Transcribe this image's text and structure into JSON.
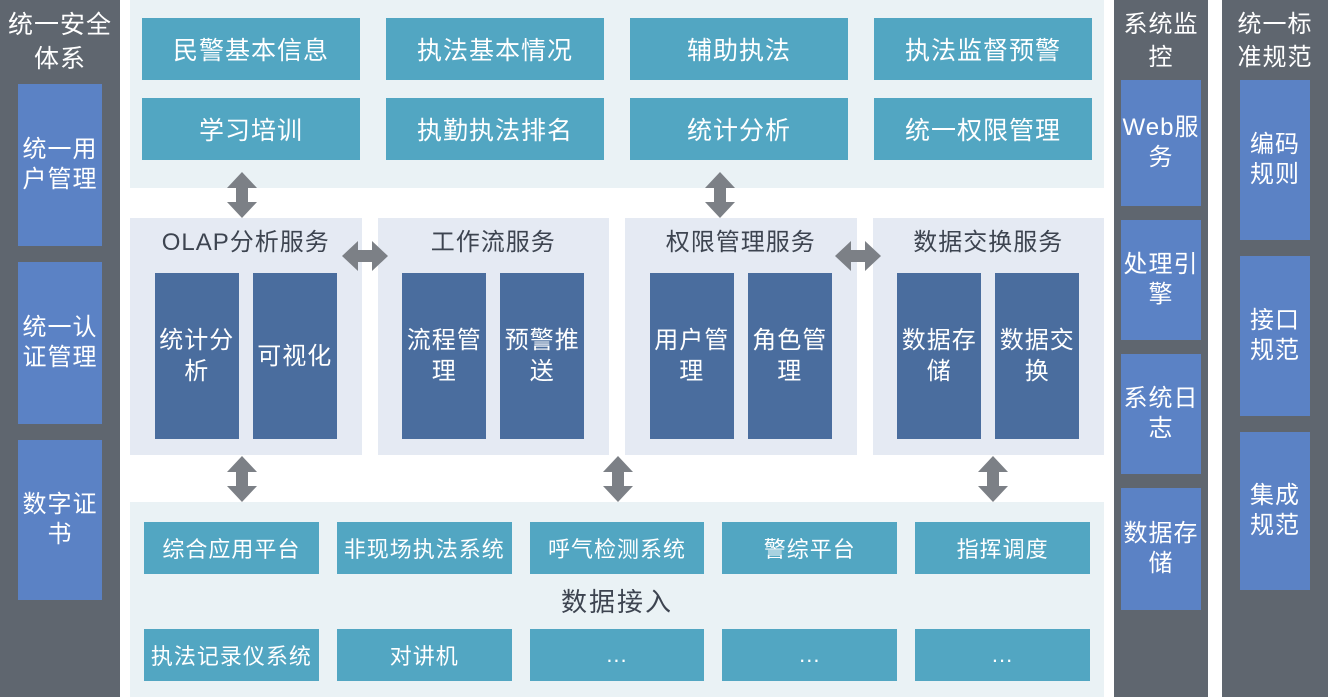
{
  "colors": {
    "panel_light_blue": "#eaf2f5",
    "panel_lavender": "#e5eaf3",
    "teal_box": "#52a6c2",
    "blue_box": "#5b82c5",
    "dark_blue_box": "#4a6d9e",
    "sidebar_gray": "#5f666f",
    "arrow_gray": "#7c8086",
    "text_dark": "#3d4450"
  },
  "left_column": {
    "title": "统一安全体系",
    "items": [
      {
        "label": "统一用户管理"
      },
      {
        "label": "统一认证管理"
      },
      {
        "label": "数字证书"
      }
    ]
  },
  "monitor_column": {
    "title": "系统监控",
    "items": [
      {
        "label": "Web服务"
      },
      {
        "label": "处理引擎"
      },
      {
        "label": "系统日志"
      },
      {
        "label": "数据存储"
      }
    ]
  },
  "standard_column": {
    "title": "统一标准规范",
    "items": [
      {
        "label": "编码规则"
      },
      {
        "label": "接口规范"
      },
      {
        "label": "集成规范"
      }
    ]
  },
  "application_layer": {
    "items": [
      {
        "label": "民警基本信息"
      },
      {
        "label": "执法基本情况"
      },
      {
        "label": "辅助执法"
      },
      {
        "label": "执法监督预警"
      },
      {
        "label": "学习培训"
      },
      {
        "label": "执勤执法排名"
      },
      {
        "label": "统计分析"
      },
      {
        "label": "统一权限管理"
      }
    ]
  },
  "service_layer": {
    "panels": [
      {
        "title": "OLAP分析服务",
        "modules": [
          {
            "label": "统计分析"
          },
          {
            "label": "可视化"
          }
        ]
      },
      {
        "title": "工作流服务",
        "modules": [
          {
            "label": "流程管理"
          },
          {
            "label": "预警推送"
          }
        ]
      },
      {
        "title": "权限管理服务",
        "modules": [
          {
            "label": "用户管理"
          },
          {
            "label": "角色管理"
          }
        ]
      },
      {
        "title": "数据交换服务",
        "modules": [
          {
            "label": "数据存储"
          },
          {
            "label": "数据交换"
          }
        ]
      }
    ]
  },
  "data_layer": {
    "caption": "数据接入",
    "row_top": [
      {
        "label": "综合应用平台"
      },
      {
        "label": "非现场执法系统"
      },
      {
        "label": "呼气检测系统"
      },
      {
        "label": "警综平台"
      },
      {
        "label": "指挥调度"
      }
    ],
    "row_bottom": [
      {
        "label": "执法记录仪系统"
      },
      {
        "label": "对讲机"
      },
      {
        "label": "..."
      },
      {
        "label": "..."
      },
      {
        "label": "..."
      }
    ]
  },
  "arrows": {
    "vertical_up_down": "double-arrow-vertical",
    "horizontal_left_right": "double-arrow-horizontal"
  }
}
